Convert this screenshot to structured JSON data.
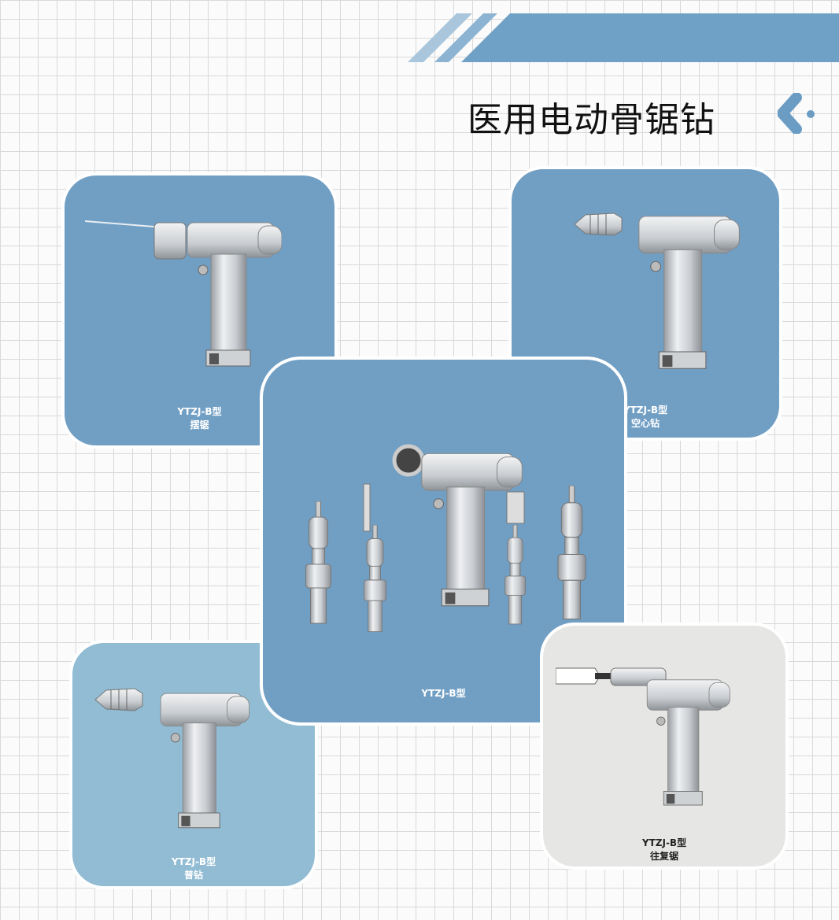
{
  "title": "医用电动骨锯钻",
  "colors": {
    "accent": "#6fa0c6",
    "card_blue": "#719fc4",
    "card_light_blue": "#91bcd3",
    "card_gray": "#e6e6e4",
    "logo": "#6b9cc4"
  },
  "logo_icon": "chevron-left-dot-icon",
  "cards": [
    {
      "model": "YTZJ-B型",
      "name": "摆锯"
    },
    {
      "model": "YTZJ-B型",
      "name": "空心钻"
    },
    {
      "model": "YTZJ-B型"
    },
    {
      "model": "YTZJ-B型",
      "name": "普钻"
    },
    {
      "model": "YTZJ-B型",
      "name": "往复锯"
    }
  ]
}
